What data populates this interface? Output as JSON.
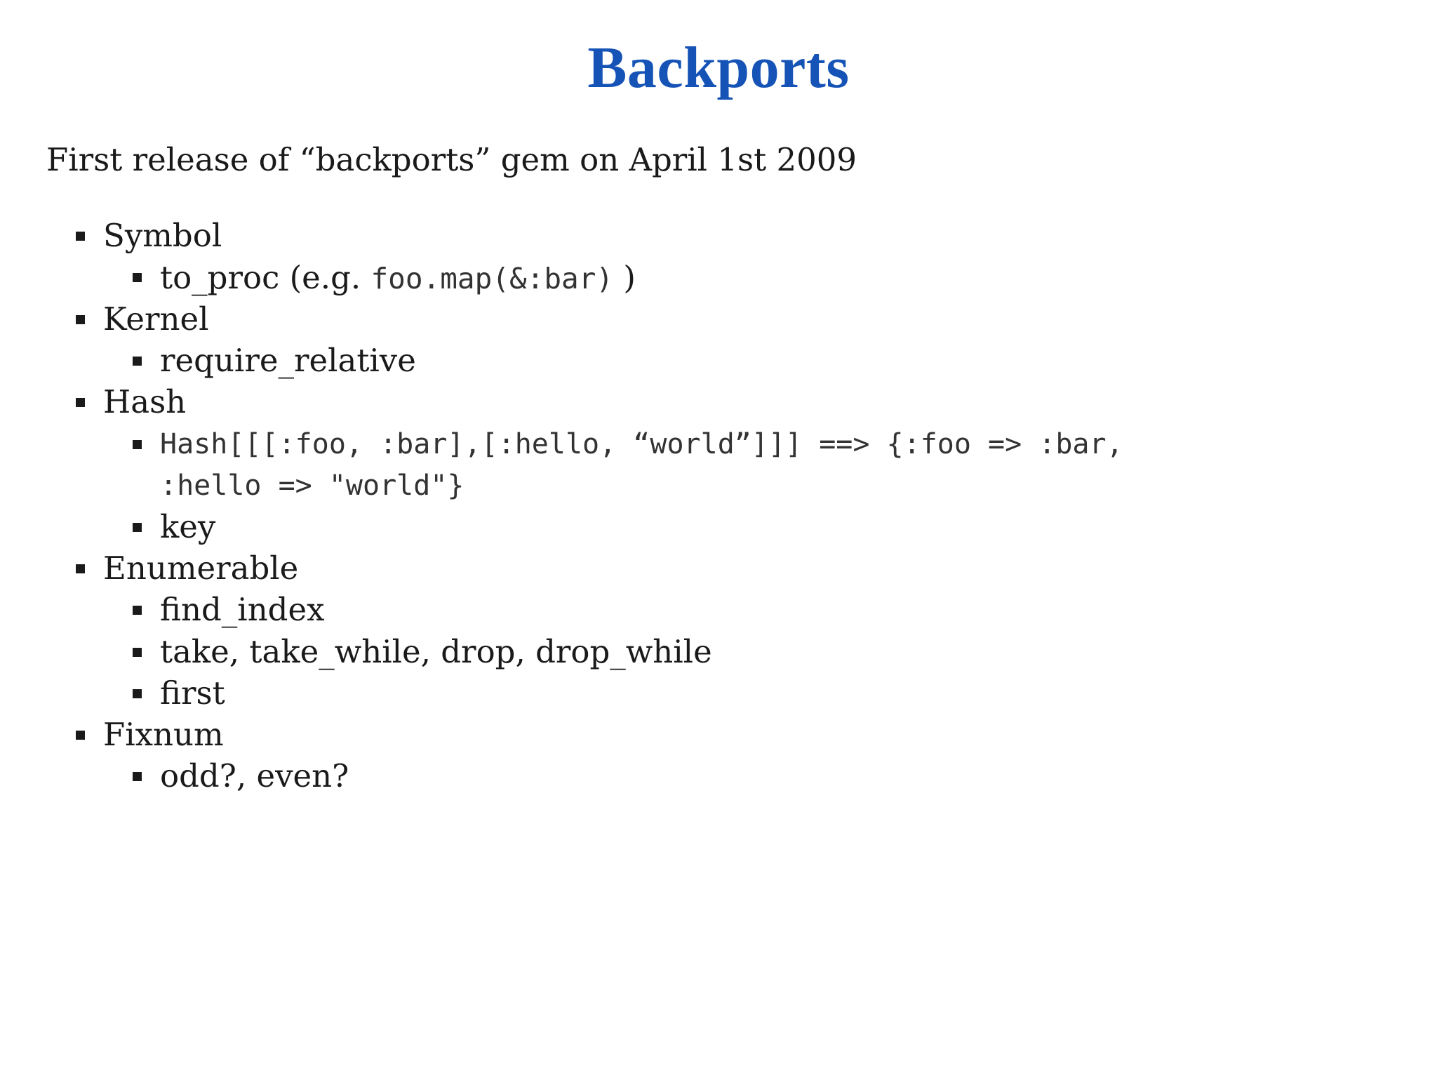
{
  "slide": {
    "title": "Backports",
    "intro": "First release of “backports” gem on April 1st 2009"
  },
  "items": [
    {
      "label": "Symbol",
      "children": [
        {
          "prefix": "to_proc (e.g. ",
          "code": "foo.map(&:bar)",
          "suffix": " )"
        }
      ]
    },
    {
      "label": "Kernel",
      "children": [
        {
          "label": "require_relative"
        }
      ]
    },
    {
      "label": "Hash",
      "children": [
        {
          "code_line1": "Hash[[[:foo, :bar],[:hello, “world”]]] ==> {:foo => :bar,",
          "code_line2": ":hello => \"world\"}"
        },
        {
          "label": "key"
        }
      ]
    },
    {
      "label": "Enumerable",
      "children": [
        {
          "label": "find_index"
        },
        {
          "label": "take, take_while, drop, drop_while"
        },
        {
          "label": "first"
        }
      ]
    },
    {
      "label": "Fixnum",
      "children": [
        {
          "label": "odd?, even?"
        }
      ]
    }
  ]
}
